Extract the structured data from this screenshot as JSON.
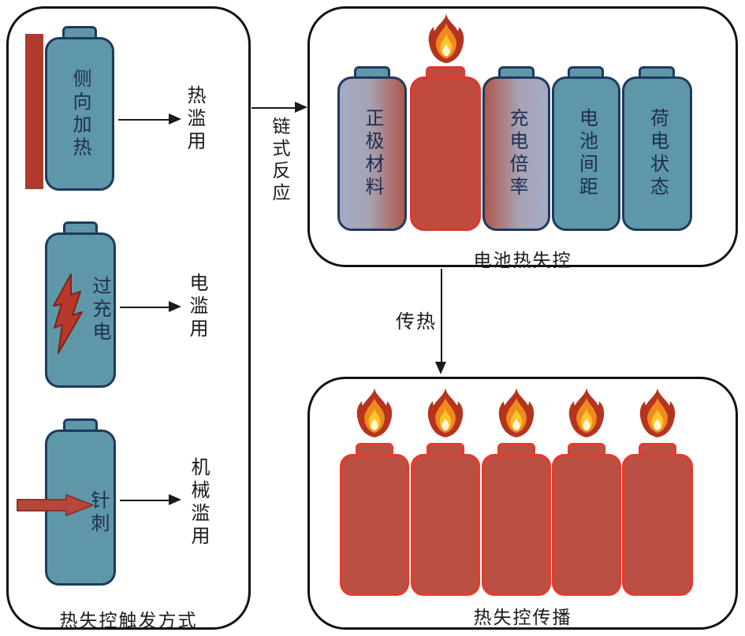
{
  "colors": {
    "teal_battery": "#5e97a8",
    "battery_outline": "#1f3a5e",
    "burning_fill": "#c04a3e",
    "burning_outline": "#d63c2f",
    "spread_fill": "#ba5044",
    "spread_outline": "#e8392b",
    "heater_bar": "#b03a2e",
    "gradient_cool": "#a3a9c6",
    "gradient_hot": "#ae584c",
    "flame_outer": "#b5341f",
    "flame_mid": "#f08a1d",
    "flame_inner": "#fcc62a",
    "flame_core": "#fff6dc"
  },
  "trigger_panel": {
    "caption": "热失控触发方式",
    "rows": [
      {
        "battery_label": "侧向加热",
        "abuse_label": "热滥用",
        "icon": "heater-bar"
      },
      {
        "battery_label": "过充电",
        "abuse_label": "电滥用",
        "icon": "lightning-bolt"
      },
      {
        "battery_label": "针刺",
        "abuse_label": "机械滥用",
        "icon": "needle-arrow"
      }
    ]
  },
  "chain_reaction_label": "链式反应",
  "runaway_panel": {
    "caption": "电池热失控",
    "batteries": [
      {
        "label": "正极材料",
        "style": "gradient-right"
      },
      {
        "label": "",
        "style": "burning"
      },
      {
        "label": "充电倍率",
        "style": "gradient-left"
      },
      {
        "label": "电池间距",
        "style": "teal"
      },
      {
        "label": "荷电状态",
        "style": "teal"
      }
    ]
  },
  "heat_transfer_label": "传热",
  "spread_panel": {
    "caption": "热失控传播",
    "battery_count": 5
  }
}
